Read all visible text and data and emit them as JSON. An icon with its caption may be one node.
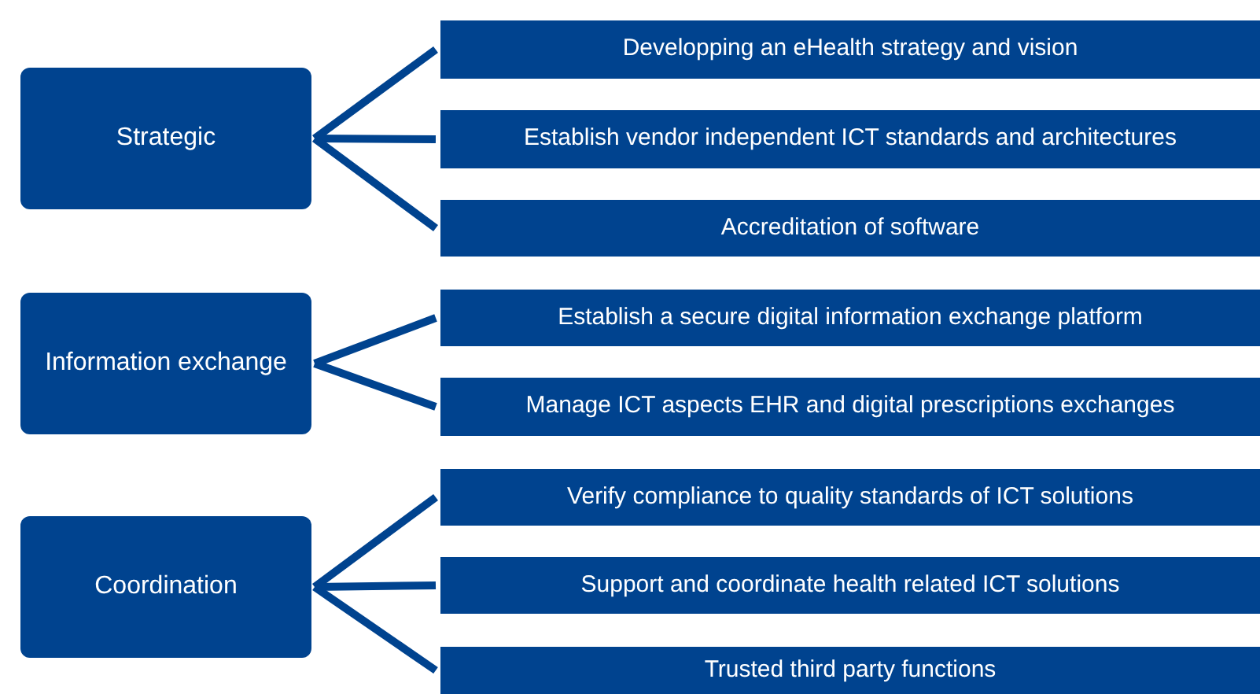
{
  "diagram": {
    "nodes": [
      {
        "text": [
          "Strategic"
        ]
      },
      {
        "text": [
          "Developping an eHealth strategy and vision"
        ]
      },
      {
        "text": [
          "Establish vendor independent ICT standards and architectures"
        ]
      },
      {
        "text": [
          "Accreditation of software"
        ]
      },
      {
        "text": [
          "Information exchange"
        ]
      },
      {
        "text": [
          "Establish a secure digital information exchange platform"
        ]
      },
      {
        "text": [
          "Manage ICT aspects EHR and digital prescriptions exchanges"
        ]
      },
      {
        "text": [
          "Coordination"
        ]
      },
      {
        "text": [
          "Verify compliance to quality standards of ICT solutions"
        ]
      },
      {
        "text": [
          "Support and coordinate health related ICT solutions"
        ]
      },
      {
        "text": [
          "Trusted third party functions"
        ]
      }
    ],
    "edges": [
      {
        "from": 0,
        "to": 1,
        "arrow": "none"
      },
      {
        "from": 0,
        "to": 2,
        "arrow": "none"
      },
      {
        "from": 0,
        "to": 3,
        "arrow": "none"
      },
      {
        "from": 4,
        "to": 5,
        "arrow": "none"
      },
      {
        "from": 4,
        "to": 6,
        "arrow": "none"
      },
      {
        "from": 7,
        "to": 8,
        "arrow": "none"
      },
      {
        "from": 7,
        "to": 9,
        "arrow": "none"
      },
      {
        "from": 7,
        "to": 10,
        "arrow": "none"
      }
    ]
  }
}
